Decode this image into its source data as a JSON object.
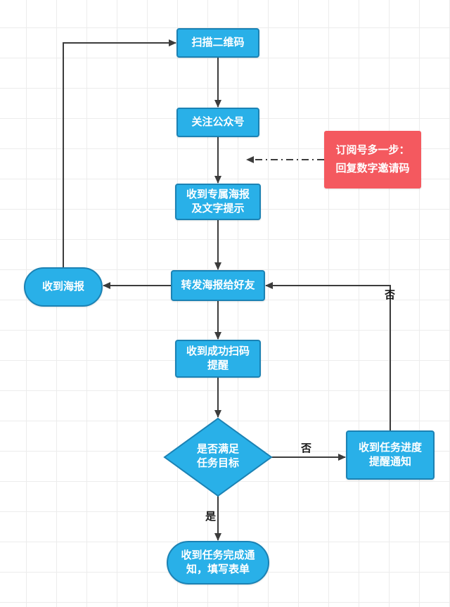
{
  "diagram": {
    "nodes": {
      "scan_qr": {
        "label": "扫描二维码"
      },
      "follow_account": {
        "label": "关注公众号"
      },
      "exclusive_poster": {
        "label": "收到专属海报\n及文字提示"
      },
      "forward_poster": {
        "label": "转发海报给好友"
      },
      "receive_poster": {
        "label": "收到海报"
      },
      "scan_success": {
        "label": "收到成功扫码\n提醒"
      },
      "goal_decision": {
        "label": "是否满足\n任务目标"
      },
      "progress_notice": {
        "label": "收到任务进度\n提醒通知"
      },
      "complete_notice": {
        "label": "收到任务完成通\n知，填写表单"
      }
    },
    "note": {
      "label": "订阅号多一步：\n回复数字邀请码"
    },
    "edge_labels": {
      "no_to_progress": "否",
      "no_loop": "否",
      "yes": "是"
    },
    "colors": {
      "node_fill": "#29b0e8",
      "node_border": "#1b82b4",
      "note_fill": "#f4595f",
      "arrow": "#3c3c3c"
    }
  }
}
